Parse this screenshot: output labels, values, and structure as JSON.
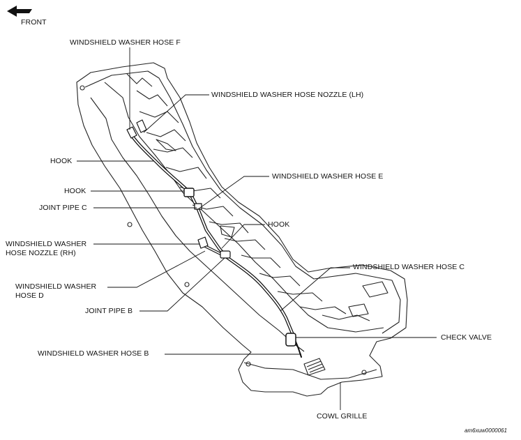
{
  "header": {
    "front_label": "FRONT",
    "front_icon": "arrow-left-icon"
  },
  "labels": {
    "hose_f": "WINDSHIELD WASHER HOSE F",
    "nozzle_lh": "WINDSHIELD WASHER HOSE NOZZLE (LH)",
    "hook_1": "HOOK",
    "hose_e": "WINDSHIELD WASHER HOSE E",
    "hook_2": "HOOK",
    "joint_pipe_c": "JOINT PIPE C",
    "hook_3": "HOOK",
    "nozzle_rh": "WINDSHIELD WASHER\nHOSE NOZZLE (RH)",
    "hose_c": "WINDSHIELD WASHER HOSE C",
    "hose_d": "WINDSHIELD WASHER\nHOSE D",
    "joint_pipe_b": "JOINT PIPE B",
    "check_valve": "CHECK VALVE",
    "hose_b": "WINDSHIELD WASHER HOSE B",
    "cowl_grille": "COWL GRILLE"
  },
  "figure_code": "am6xuw0000061"
}
